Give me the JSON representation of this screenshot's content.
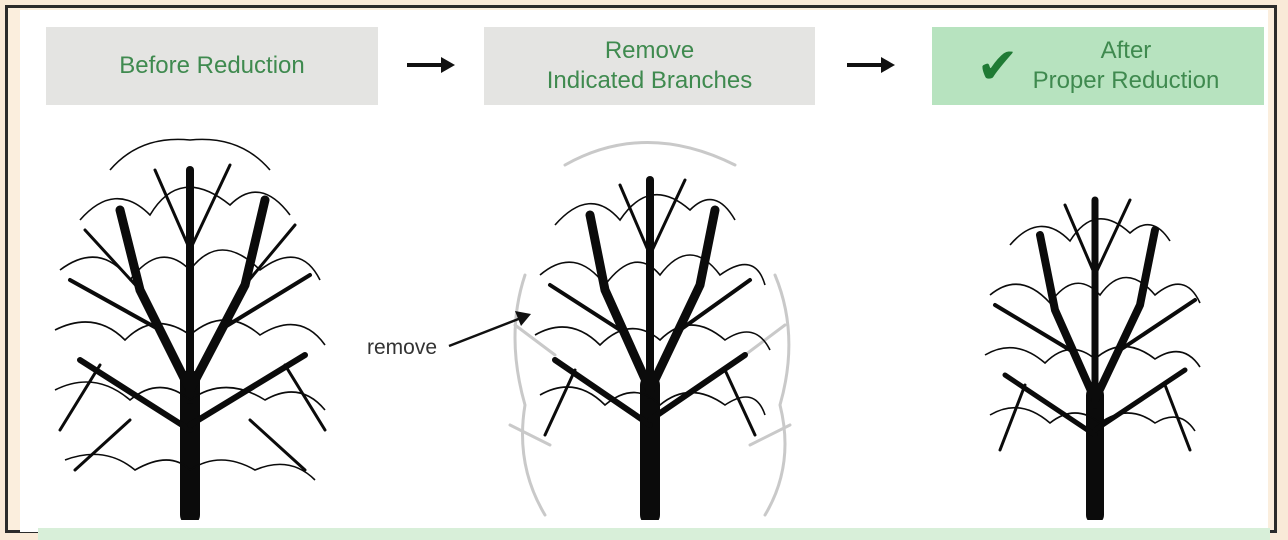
{
  "steps": [
    {
      "label": "Before Reduction"
    },
    {
      "label_line1": "Remove",
      "label_line2": "Indicated Branches"
    },
    {
      "label_line1": "After",
      "label_line2": "Proper Reduction"
    }
  ],
  "annotation": {
    "remove_label": "remove"
  },
  "icons": {
    "arrow": "right-arrow-icon",
    "check": "checkmark-icon"
  },
  "colors": {
    "label_text": "#3f8a4f",
    "label_bg": "#e4e4e2",
    "final_bg": "#b7e3bf",
    "check": "#1f7a34",
    "tree": "#0b0b0b",
    "removed_branches": "#c9c9c9",
    "border_bg": "#f9ead8"
  }
}
